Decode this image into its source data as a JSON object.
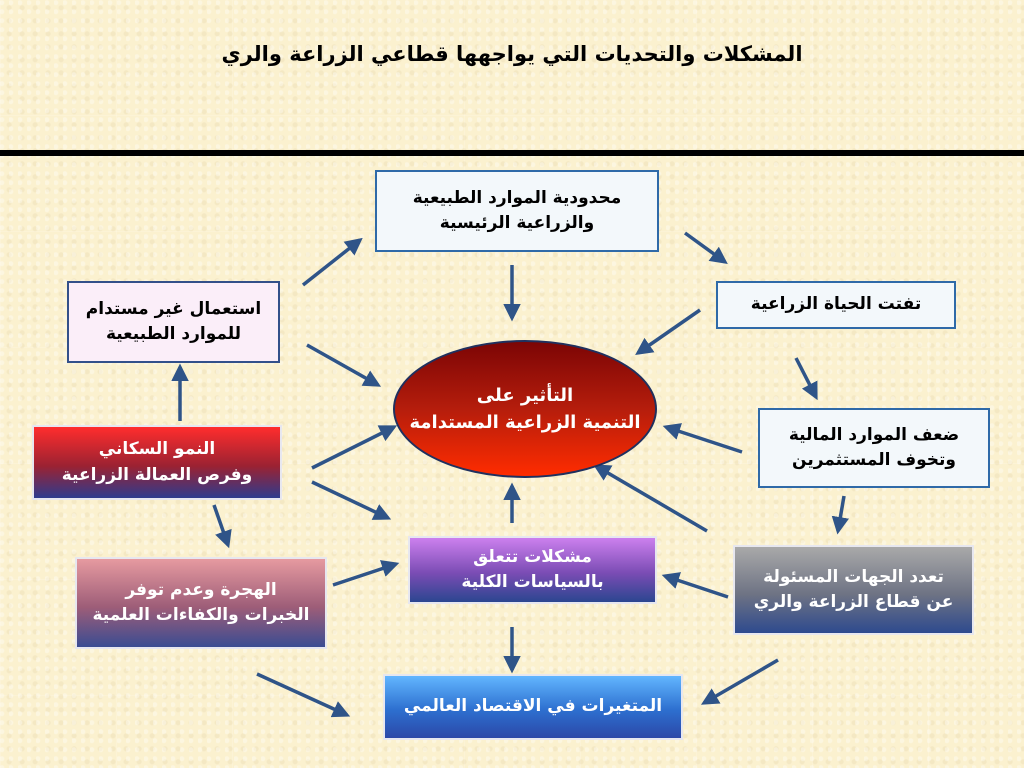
{
  "title": "المشكلات والتحديات التي يواجهها قطاعي الزراعة والري",
  "center": {
    "line1": "التأثير على",
    "line2": "التنمية الزراعية المستدامة"
  },
  "boxes": {
    "natural_resources": {
      "line1": "محدودية الموارد الطبيعية",
      "line2": "والزراعية الرئيسية"
    },
    "unsustainable_use": {
      "line1": "استعمال غير مستدام",
      "line2": "للموارد الطبيعية"
    },
    "agri_fragmentation": {
      "line1": "تفتت الحياة الزراعية"
    },
    "population_growth": {
      "line1": "النمو السكاني",
      "line2": "وفرص العمالة الزراعية"
    },
    "financial_weakness": {
      "line1": "ضعف الموارد المالية",
      "line2": "وتخوف المستثمرين"
    },
    "migration": {
      "line1": "الهجرة وعدم توفر",
      "line2": "الخبرات والكفاءات العلمية"
    },
    "macro_policies": {
      "line1": "مشكلات تتعلق",
      "line2": "بالسياسات الكلية"
    },
    "multiple_authorities": {
      "line1": "تعدد الجهات المسئولة",
      "line2": "عن قطاع الزراعة والري"
    },
    "global_economy": {
      "line1": "المتغيرات في الاقتصاد العالمي"
    }
  },
  "colors": {
    "arrow": "#2f5488",
    "center_fill": "#c0200a",
    "title_rule": "#000000"
  }
}
